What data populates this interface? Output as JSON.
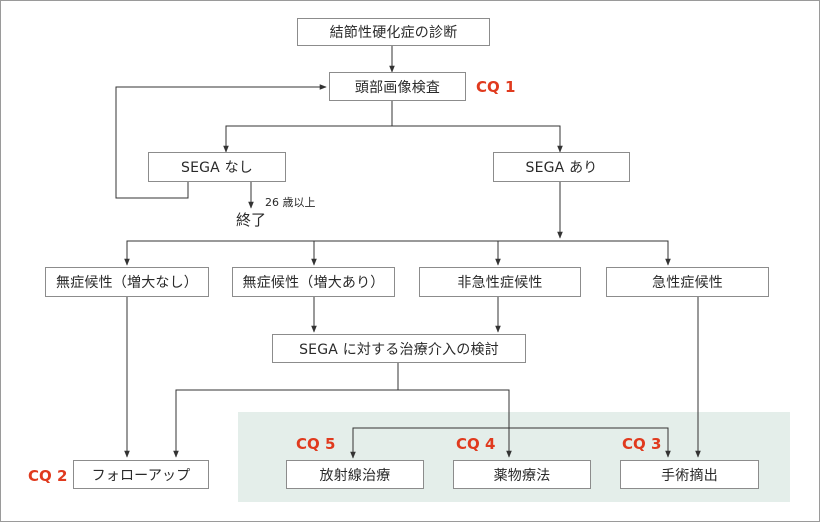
{
  "nodes": {
    "diagnosis": "結節性硬化症の診断",
    "head_imaging": "頭部画像検査",
    "sega_none": "SEGA なし",
    "sega_present": "SEGA あり",
    "asymptomatic_no_growth": "無症候性（増大なし）",
    "asymptomatic_growth": "無症候性（増大あり）",
    "nonacute_symptomatic": "非急性症候性",
    "acute_symptomatic": "急性症候性",
    "treatment_review": "SEGA に対する治療介入の検討",
    "follow_up": "フォローアップ",
    "radiation": "放射線治療",
    "drug": "薬物療法",
    "surgery": "手術摘出"
  },
  "labels": {
    "age_threshold": "26 歳以上",
    "end": "終了"
  },
  "cq_tags": {
    "cq1": "CQ 1",
    "cq2": "CQ 2",
    "cq3": "CQ 3",
    "cq4": "CQ 4",
    "cq5": "CQ 5"
  },
  "colors": {
    "cq_accent": "#e03a1e",
    "panel_background": "#e4eeea",
    "box_border": "#8c8c8c",
    "line": "#333333"
  }
}
